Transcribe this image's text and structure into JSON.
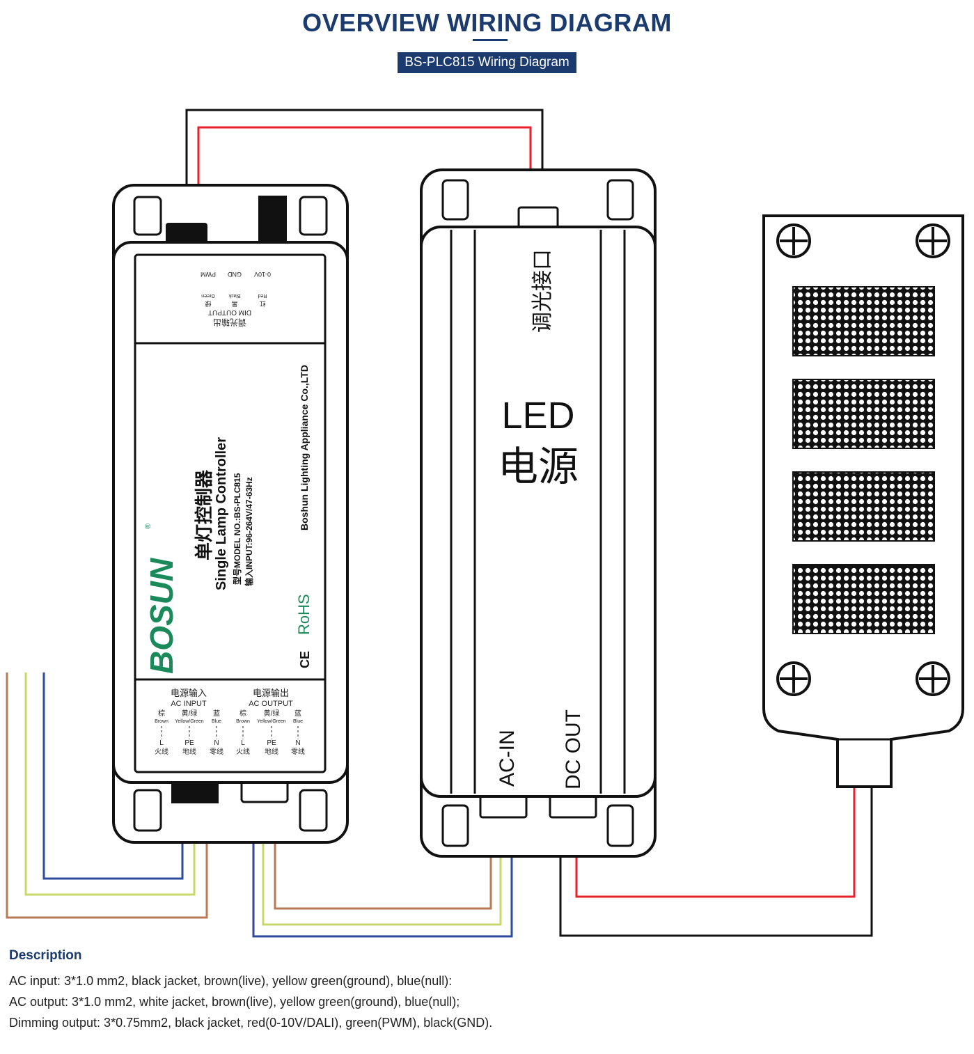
{
  "header": {
    "title": "OVERVIEW WIRING DIAGRAM",
    "subtitle": "BS-PLC815 Wiring Diagram"
  },
  "controller": {
    "dim_output": {
      "labels_top": [
        "0-10V",
        "GND",
        "PWM"
      ],
      "labels_colors_en": [
        "Red",
        "Black",
        "Green"
      ],
      "labels_colors_cn": [
        "红",
        "黑",
        "绿"
      ],
      "title_en": "DIM OUTPUT",
      "title_cn": "调光输出"
    },
    "brand": "BOSUN",
    "brand_mark": "®",
    "name_cn": "单灯控制器",
    "name_en": "Single Lamp Controller",
    "model": "型号MODEL NO.:BS-PLC815",
    "input": "输入INPUT:96-264V/47-63Hz",
    "company": "Boshun Lighting Appliance Co.,LTD",
    "rohs": "RoHS",
    "ce": "CE",
    "ac_input": {
      "title_cn": "电源输入",
      "title_en": "AC INPUT",
      "colors_cn": [
        "棕",
        "黄/绿",
        "蓝"
      ],
      "colors_en": [
        "Brown",
        "Yellow/Green",
        "Blue"
      ],
      "terminals": [
        "L",
        "PE",
        "N"
      ],
      "terminals_cn": [
        "火线",
        "地线",
        "零线"
      ]
    },
    "ac_output": {
      "title_cn": "电源输出",
      "title_en": "AC OUTPUT",
      "colors_cn": [
        "棕",
        "黄/绿",
        "蓝"
      ],
      "colors_en": [
        "Brown",
        "Yellow/Green",
        "Blue"
      ],
      "terminals": [
        "L",
        "PE",
        "N"
      ],
      "terminals_cn": [
        "火线",
        "地线",
        "零线"
      ]
    }
  },
  "driver": {
    "dim_port": "调光接口",
    "title_line1": "LED",
    "title_line2": "电源",
    "ac_in": "AC-IN",
    "dc_out": "DC OUT"
  },
  "description": {
    "heading": "Description",
    "lines": [
      "AC input: 3*1.0 mm2, black jacket, brown(live), yellow green(ground), blue(null):",
      "AC output: 3*1.0 mm2, white jacket, brown(live), yellow green(ground), blue(null);",
      "Dimming output: 3*0.75mm2, black jacket, red(0-10V/DALI), green(PWM), black(GND)."
    ]
  },
  "colors": {
    "navy": "#1b3a6e",
    "brand_green": "#1a8a5a",
    "wire_red": "#e8202a",
    "wire_black": "#111111",
    "wire_brown": "#b87a55",
    "wire_yellow_green": "#c9d86a",
    "wire_blue": "#2e4a9a"
  }
}
